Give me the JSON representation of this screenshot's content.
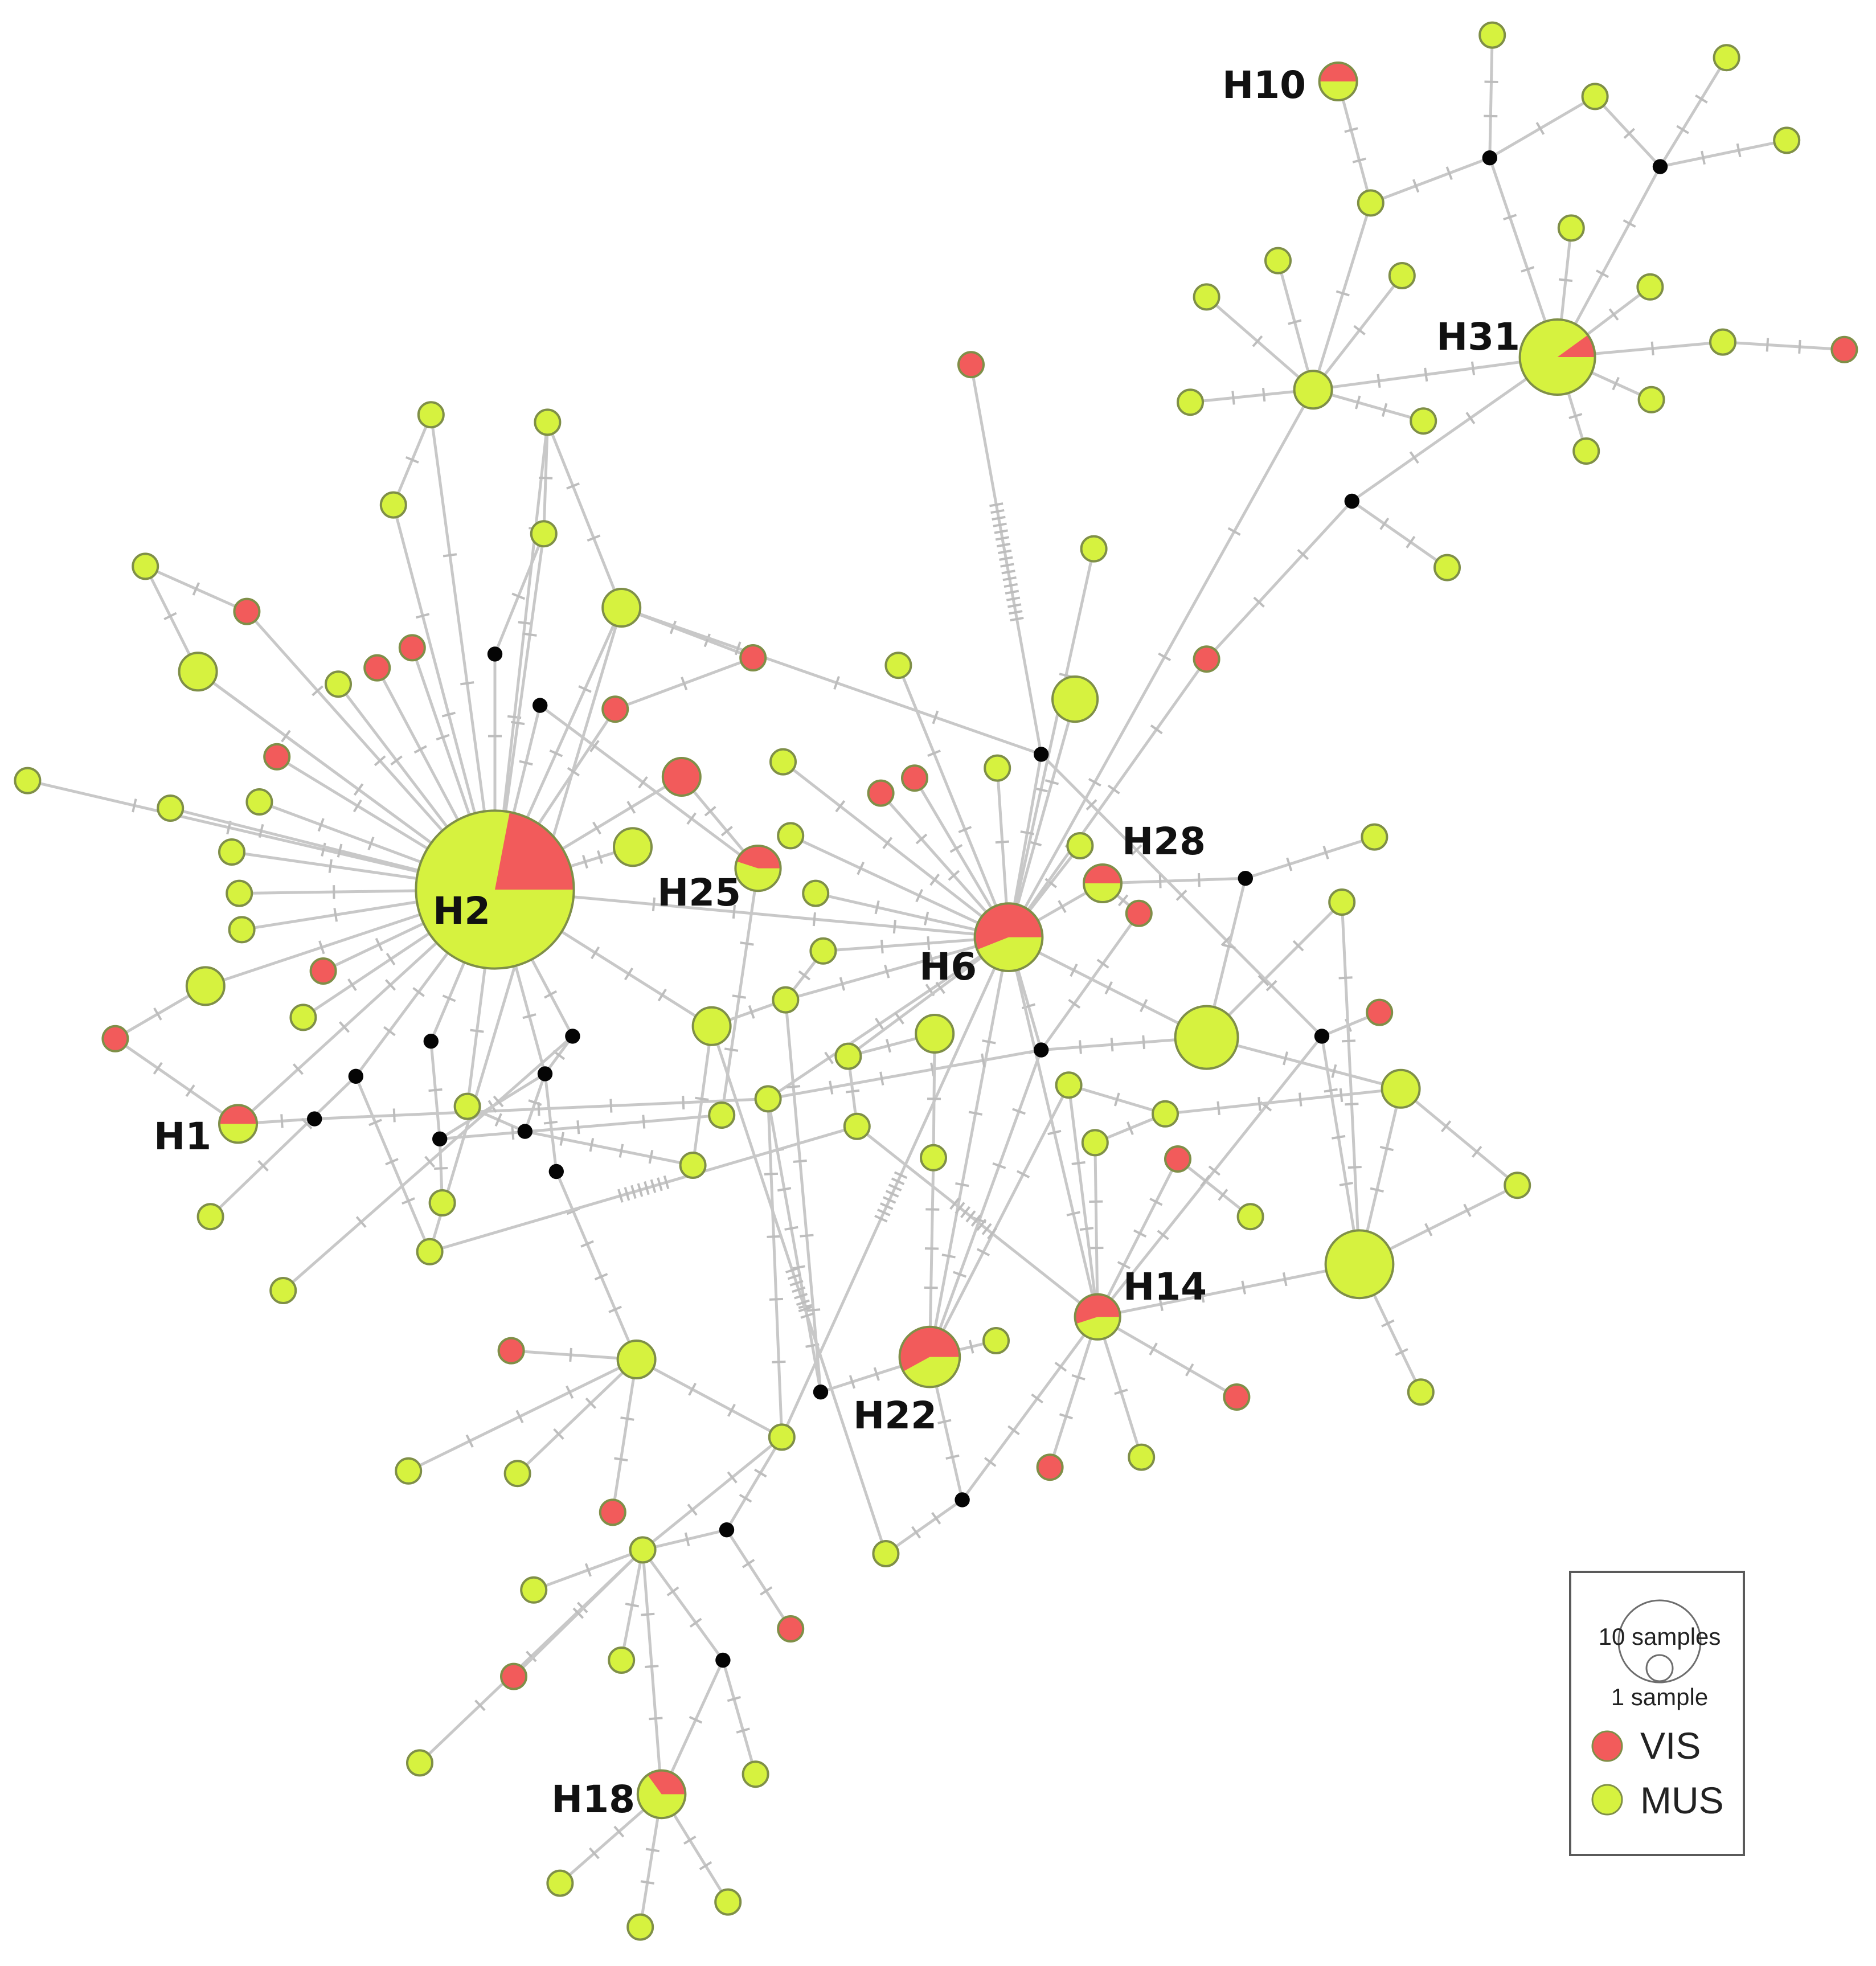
{
  "colors": {
    "vis": "#f25b5b",
    "mus": "#d6f23f",
    "median": "#050505",
    "edge": "#c8c8c8",
    "outline": "#7f8f48"
  },
  "haplotype_labels": {
    "H1": "H1",
    "H2": "H2",
    "H6": "H6",
    "H10": "H10",
    "H14": "H14",
    "H18": "H18",
    "H22": "H22",
    "H25": "H25",
    "H28": "H28",
    "H31": "H31"
  },
  "legend": {
    "size_large": "10 samples",
    "size_small": "1 sample",
    "vis": "VIS",
    "mus": "MUS"
  }
}
